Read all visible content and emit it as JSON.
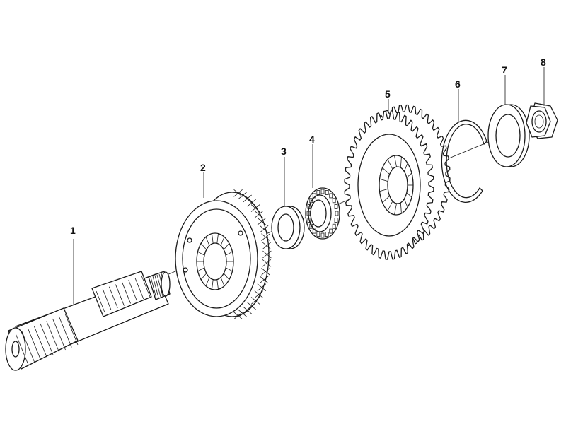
{
  "diagram": {
    "callouts": [
      {
        "id": "1",
        "text": "1"
      },
      {
        "id": "2",
        "text": "2"
      },
      {
        "id": "3",
        "text": "3"
      },
      {
        "id": "4",
        "text": "4"
      },
      {
        "id": "5",
        "text": "5"
      },
      {
        "id": "6",
        "text": "6"
      },
      {
        "id": "7",
        "text": "7"
      },
      {
        "id": "8",
        "text": "8"
      }
    ],
    "parts": [
      {
        "id": "1",
        "icon": "splined-shaft-icon"
      },
      {
        "id": "2",
        "icon": "synchronizer-hub-icon"
      },
      {
        "id": "3",
        "icon": "spacer-ring-icon"
      },
      {
        "id": "4",
        "icon": "needle-bearing-icon"
      },
      {
        "id": "5",
        "icon": "gear-icon"
      },
      {
        "id": "6",
        "icon": "snap-ring-icon"
      },
      {
        "id": "7",
        "icon": "thrust-washer-icon"
      },
      {
        "id": "8",
        "icon": "hex-nut-icon"
      }
    ]
  }
}
